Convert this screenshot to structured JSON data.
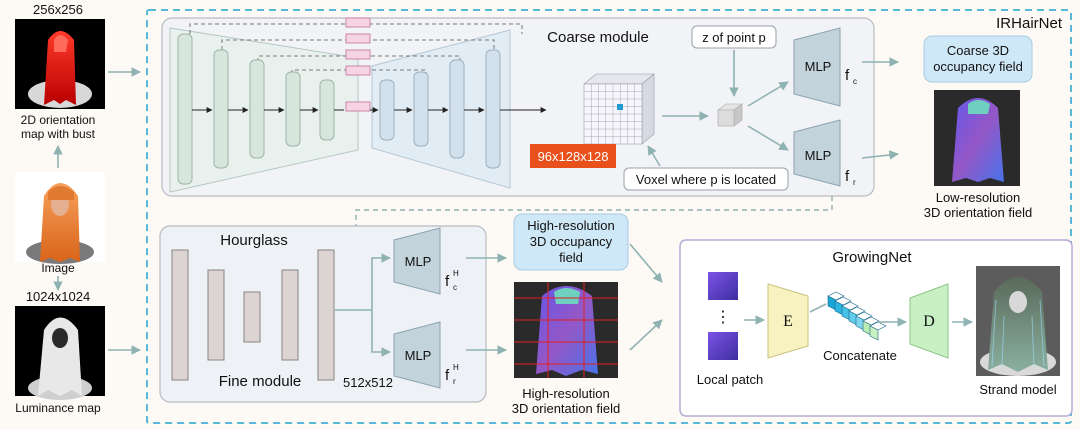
{
  "inputs": {
    "top_res": "256x256",
    "orient_label": [
      "2D orientation",
      "map with bust"
    ],
    "image_label": "Image",
    "bottom_res": "1024x1024",
    "lum_label": "Luminance map"
  },
  "irhairnet": {
    "title": "IRHairNet"
  },
  "coarse": {
    "title": "Coarse module",
    "z_label": "z of point p",
    "voxel_dim": "96x128x128",
    "voxel_label": "Voxel where p is located",
    "mlp": "MLP",
    "fc": "f",
    "fc_sub": "c",
    "fr": "f",
    "fr_sub": "r",
    "occupancy": [
      "Coarse 3D",
      "occupancy field"
    ],
    "lowres": [
      "Low-resolution",
      "3D orientation field"
    ]
  },
  "fine": {
    "hourglass": "Hourglass",
    "title": "Fine module",
    "dim": "512x512",
    "mlp": "MLP",
    "fc": "f",
    "fc_sup": "H",
    "fc_sub": "c",
    "fr": "f",
    "fr_sup": "H",
    "fr_sub": "r",
    "occupancy": [
      "High-resolution",
      "3D occupancy",
      "field"
    ],
    "highres": [
      "High-resolution",
      "3D orientation field"
    ]
  },
  "growing": {
    "title": "GrowingNet",
    "encoder": "E",
    "decoder": "D",
    "dots": "⋮",
    "concat": "Concatenate",
    "patch": "Local patch",
    "strand": "Strand model"
  },
  "colors": {
    "accent_dash": "#58b8d8",
    "voxel_tag": "#e8501c",
    "bubble": "#cfe8f7",
    "mlp": "#c3d3dc",
    "encoder": "#f7f2bf",
    "decoder": "#c9f0c4",
    "growing_border": "#b7a9d6"
  }
}
